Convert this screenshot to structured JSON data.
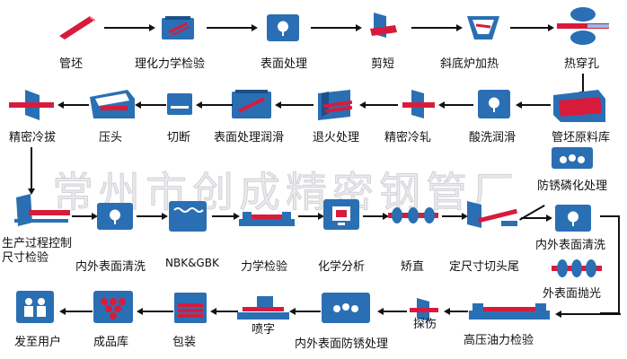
{
  "watermark": "常州市创成精密钢管厂",
  "row1": [
    "管坯",
    "理化力学检验",
    "表面处理",
    "剪短",
    "斜底炉加热",
    "热穿孔"
  ],
  "row2": [
    "管坯原料库",
    "酸洗润滑",
    "精密冷轧",
    "退火处理",
    "表面处理润滑",
    "切断",
    "压头",
    "精密冷拔"
  ],
  "row3": {
    "control_line1": "生产过程控制",
    "control_line2": "尺寸检验",
    "items": [
      "内外表面清洗",
      "NBK&GBK",
      "力学检验",
      "化学分析",
      "矫直",
      "定尺寸切头尾"
    ],
    "branch": [
      "防锈磷化处理",
      "内外表面清洗",
      "外表面抛光"
    ]
  },
  "row4": [
    "高压油力检验",
    "探伤",
    "内外表面防锈处理",
    "喷字",
    "包装",
    "成品库",
    "发至用户"
  ],
  "colors": {
    "blue": "#2a6fb3",
    "red": "#d81b3b",
    "dark_blue": "#1d4f8a"
  }
}
